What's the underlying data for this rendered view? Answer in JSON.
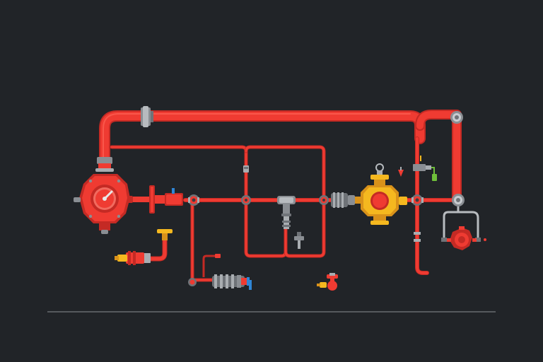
{
  "colors": {
    "background": "#212428",
    "pipe": "#ef3b32",
    "pipe_dark": "#c42a24",
    "pipe_highlight": "#ff6a5c",
    "fitting_metal": "#a9adb1",
    "fitting_metal_dark": "#6f7378",
    "valve_yellow": "#f5b81f",
    "valve_yellow_dark": "#d9921a",
    "accent_blue": "#2f86d6",
    "accent_green": "#6fbf3a",
    "baseline": "#8b8f94"
  },
  "components": [
    {
      "name": "main-pressure-regulator",
      "icon": "regulator-gauge-icon"
    },
    {
      "name": "inlet-flange",
      "icon": "flange-icon"
    },
    {
      "name": "isolation-valve",
      "icon": "gate-valve-icon"
    },
    {
      "name": "bypass-loop",
      "icon": "pipe-loop-icon"
    },
    {
      "name": "strainer",
      "icon": "strainer-icon"
    },
    {
      "name": "yellow-control-valve",
      "icon": "control-valve-icon"
    },
    {
      "name": "drain-assembly",
      "icon": "drain-valve-icon"
    },
    {
      "name": "hydrant-outlet",
      "icon": "hydrant-icon"
    },
    {
      "name": "check-valve-assembly",
      "icon": "check-valve-icon"
    }
  ]
}
